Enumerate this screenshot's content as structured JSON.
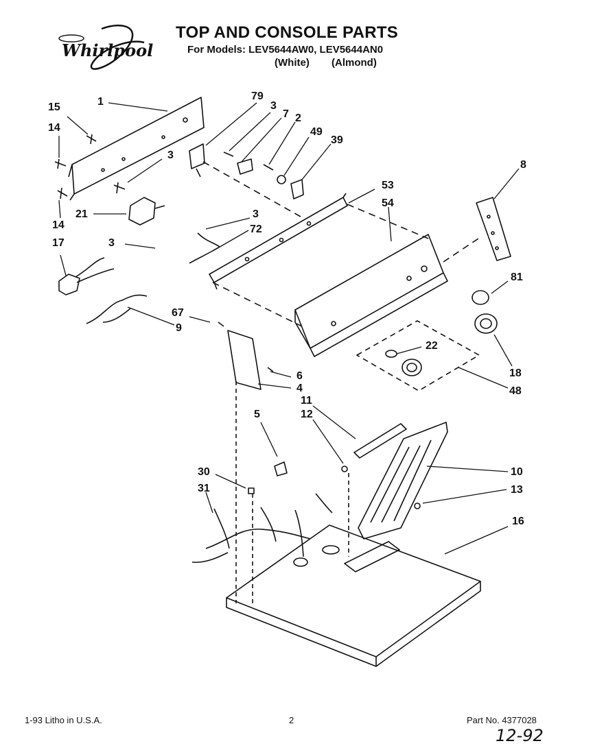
{
  "header": {
    "brand": "Whirlpool",
    "title": "TOP AND CONSOLE PARTS",
    "models": "For Models: LEV5644AW0, LEV5644AN0",
    "variant_white": "(White)",
    "variant_almond": "(Almond)"
  },
  "callouts": [
    "1",
    "15",
    "14",
    "3",
    "79",
    "3",
    "7",
    "2",
    "49",
    "39",
    "21",
    "14",
    "53",
    "54",
    "8",
    "3",
    "72",
    "17",
    "3",
    "67",
    "9",
    "81",
    "22",
    "18",
    "48",
    "6",
    "4",
    "5",
    "11",
    "12",
    "10",
    "30",
    "31",
    "13",
    "16"
  ],
  "footer": {
    "print_info": "1-93  Litho in U.S.A.",
    "page_number": "2",
    "part_number": "Part No. 4377028",
    "handwritten_date": "12-92"
  }
}
